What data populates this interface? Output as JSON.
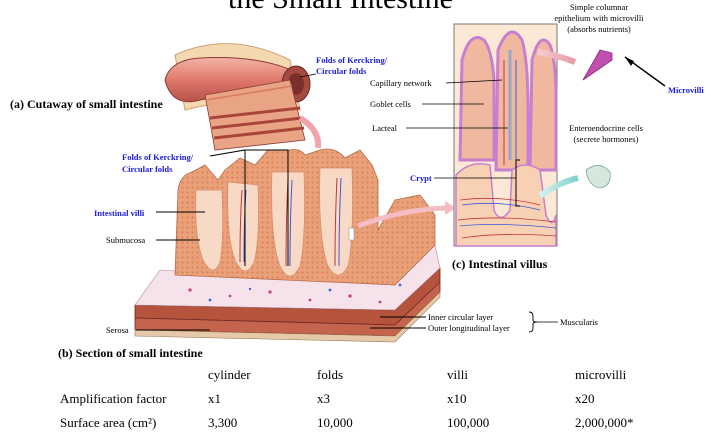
{
  "title": "the Small Intestine",
  "panels": {
    "a": "(a) Cutaway of small intestine",
    "b": "(b) Section of small intestine",
    "c": "(c) Intestinal villus"
  },
  "labels": {
    "folds_top_1": "Folds of Kerckring/",
    "folds_top_2": "Circular folds",
    "folds_mid_1": "Folds of Kerckring/",
    "folds_mid_2": "Circular folds",
    "intestinal_villi": "Intestinal villi",
    "submucosa": "Submucosa",
    "serosa": "Serosa",
    "inner_circular": "Inner circular layer",
    "outer_longitudinal": "Outer longitudinal layer",
    "muscularis": "Muscularis",
    "capillary_network": "Capillary network",
    "goblet_cells": "Goblet cells",
    "lacteal": "Lacteal",
    "crypt": "Crypt",
    "columnar_1": "Simple columnar",
    "columnar_2": "epithelium with microvilli",
    "columnar_3": "(absorbs nutrients)",
    "microvilli": "Microvilli",
    "entero_1": "Enteroendocrine cells",
    "entero_2": "(secrete hormones)"
  },
  "table": {
    "headers": [
      "",
      "cylinder",
      "folds",
      "villi",
      "microvilli"
    ],
    "rows": [
      [
        "Amplification factor",
        "x1",
        "x3",
        "x10",
        "x20"
      ],
      [
        "Surface area (cm²)",
        "3,300",
        "10,000",
        "100,000",
        "2,000,000*"
      ]
    ]
  },
  "colors": {
    "label_blue": "#1b1bd6",
    "tissue": "#e8a27a",
    "muscle": "#b5533c",
    "epithelium": "#c77fd0"
  }
}
